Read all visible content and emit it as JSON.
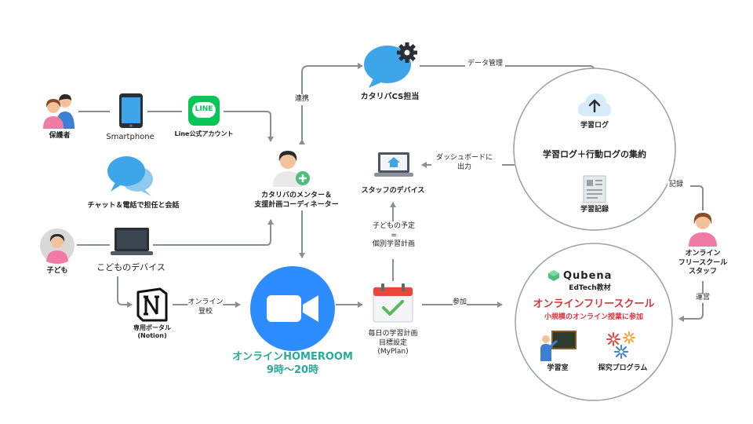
{
  "labels": {
    "guardian": "保護者",
    "smartphone": "Smartphone",
    "line_account": "Line公式アカウント",
    "line_logo": "LINE",
    "chat": "チャット＆電話で担任と会話",
    "child": "子ども",
    "child_device": "こどものデバイス",
    "cs_staff": "カタリバCS担当",
    "data_mgmt": "データ管理",
    "renkei": "連携",
    "mentor": "カタリバのメンター＆\n支援計画コーディネーター",
    "dashboard": "ダッシュボードに\n出力",
    "staff_device": "スタッフのデバイス",
    "child_schedule": "子どもの予定\n=\n個別学習計画",
    "portal": "専用ポータル\n(Notion)",
    "online_attend": "オンライン\n登校",
    "homeroom_title": "オンラインHOMEROOM",
    "homeroom_hours": "9時〜20時",
    "myplan": "毎日の学習計画\n目標設定\n(MyPlan)",
    "sanka": "参加",
    "learning_log": "学習ログ",
    "log_aggregate": "学習ログ＋行動ログの集約",
    "learning_record": "学習記録",
    "kiroku": "記録",
    "freeschool_staff": "オンライン\nフリースクール\nスタッフ",
    "unei": "運営",
    "qubena": "Qubena",
    "edtech": "EdTech教材",
    "freeschool_title": "オンラインフリースクール",
    "freeschool_sub": "小規模のオンライン授業に参加",
    "classroom": "学習室",
    "explore": "探究プログラム"
  },
  "colors": {
    "teal": "#2aa89a",
    "red": "#d9343a",
    "blue_bubble": "#3ea6e8",
    "zoom_blue": "#2d8cff",
    "line_green": "#06c755",
    "arrow_gray": "#8a8f95",
    "pink": "#f27ba5"
  },
  "icons": [
    "guardian-pair-icon",
    "smartphone-icon",
    "line-icon",
    "chat-bubbles-icon",
    "child-avatar-icon",
    "laptop-icon",
    "cs-bubble-gear-icon",
    "mentor-avatar-icon",
    "staff-device-icon",
    "notion-icon",
    "zoom-icon",
    "calendar-check-icon",
    "cloud-upload-icon",
    "document-icon",
    "staff-avatar-icon",
    "qubena-logo-icon",
    "teacher-board-icon",
    "fireworks-icon"
  ]
}
